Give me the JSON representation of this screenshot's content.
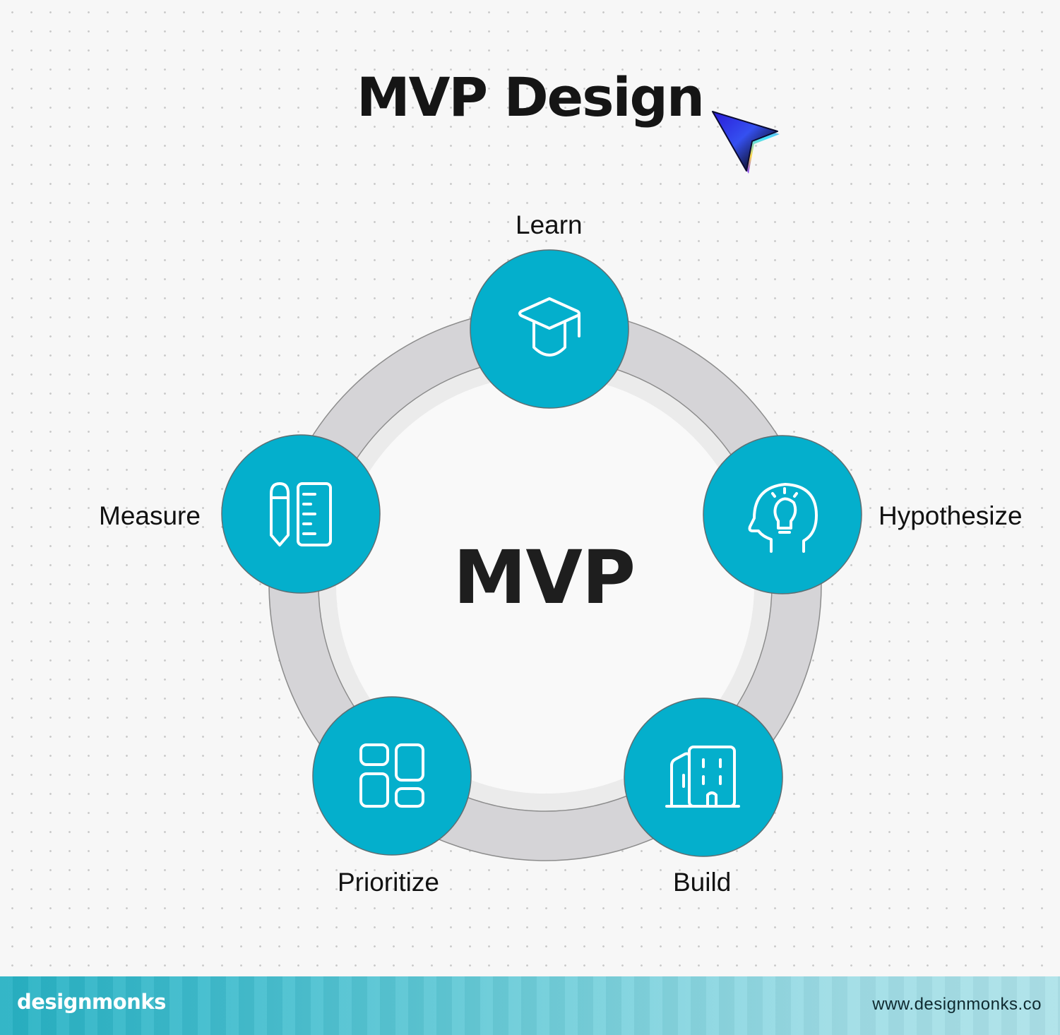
{
  "title": "MVP Design",
  "center_label": "MVP",
  "cycle": {
    "stages": [
      {
        "label": "Learn",
        "icon": "graduation-cap-icon"
      },
      {
        "label": "Hypothesize",
        "icon": "head-lightbulb-icon"
      },
      {
        "label": "Build",
        "icon": "buildings-icon"
      },
      {
        "label": "Prioritize",
        "icon": "dashboard-grid-icon"
      },
      {
        "label": "Measure",
        "icon": "pencil-ruler-icon"
      }
    ]
  },
  "colors": {
    "node_fill": "#04afcc",
    "ring_fill": "#d5d4d7",
    "ring_inner": "#ebebeb",
    "title_text": "#151515"
  },
  "footer": {
    "brand": "designmonks",
    "website": "www.designmonks.co"
  }
}
